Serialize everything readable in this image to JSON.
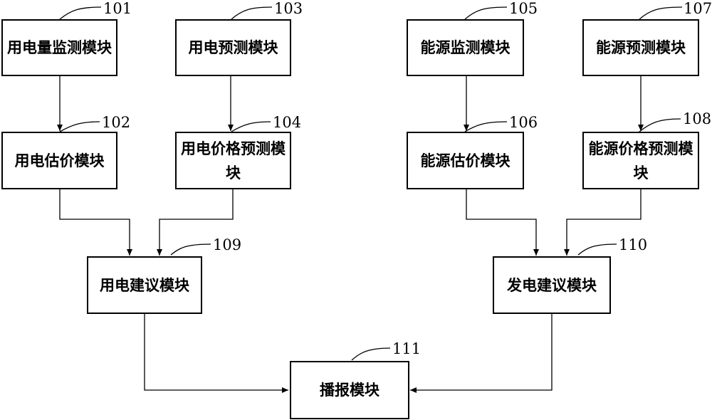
{
  "modules": {
    "m101": {
      "ref": "101",
      "label": "用电量监测模块"
    },
    "m102": {
      "ref": "102",
      "label": "用电估价模块"
    },
    "m103": {
      "ref": "103",
      "label": "用电预测模块"
    },
    "m104": {
      "ref": "104",
      "label": "用电价格预测模块"
    },
    "m105": {
      "ref": "105",
      "label": "能源监测模块"
    },
    "m106": {
      "ref": "106",
      "label": "能源估价模块"
    },
    "m107": {
      "ref": "107",
      "label": "能源预测模块"
    },
    "m108": {
      "ref": "108",
      "label": "能源价格预测模块"
    },
    "m109": {
      "ref": "109",
      "label": "用电建议模块"
    },
    "m110": {
      "ref": "110",
      "label": "发电建议模块"
    },
    "m111": {
      "ref": "111",
      "label": "播报模块"
    }
  },
  "connections": [
    {
      "from": "101",
      "to": "102"
    },
    {
      "from": "103",
      "to": "104"
    },
    {
      "from": "105",
      "to": "106"
    },
    {
      "from": "107",
      "to": "108"
    },
    {
      "from": "102",
      "to": "109"
    },
    {
      "from": "104",
      "to": "109"
    },
    {
      "from": "106",
      "to": "110"
    },
    {
      "from": "108",
      "to": "110"
    },
    {
      "from": "109",
      "to": "111"
    },
    {
      "from": "110",
      "to": "111"
    }
  ]
}
